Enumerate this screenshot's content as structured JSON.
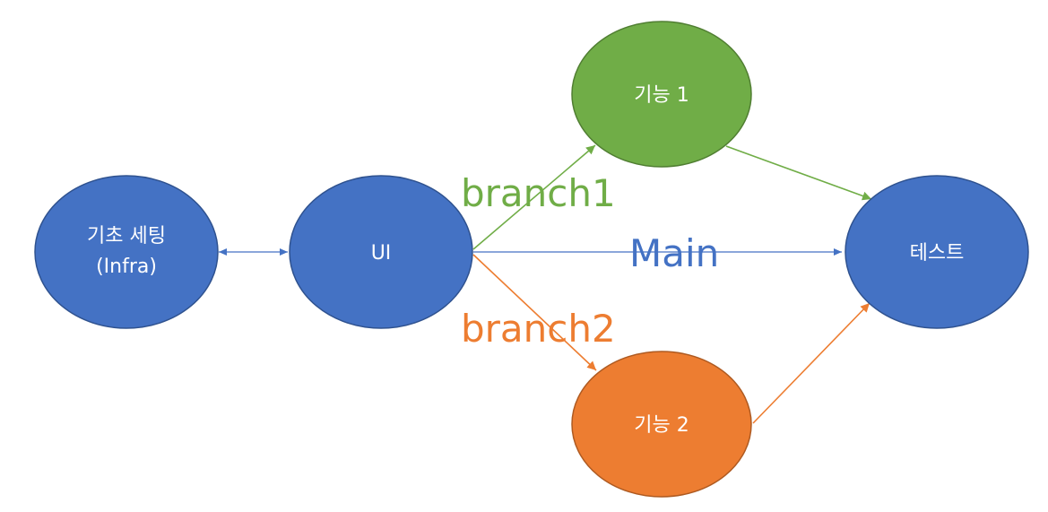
{
  "colors": {
    "node_blue": "#4472C4",
    "node_green": "#70AD47",
    "node_orange": "#ED7D31",
    "edge_blue": "#4472C4",
    "edge_green": "#70AD47",
    "edge_orange": "#ED7D31",
    "node_text": "#FFFFFF"
  },
  "nodes": {
    "infra": {
      "line1": "기초 세팅",
      "line2": "(Infra)"
    },
    "ui": {
      "label": "UI"
    },
    "feature1": {
      "label": "기능 1"
    },
    "feature2": {
      "label": "기능 2"
    },
    "test": {
      "label": "테스트"
    }
  },
  "edges": {
    "branch1": {
      "label": "branch1"
    },
    "main": {
      "label": "Main"
    },
    "branch2": {
      "label": "branch2"
    }
  }
}
